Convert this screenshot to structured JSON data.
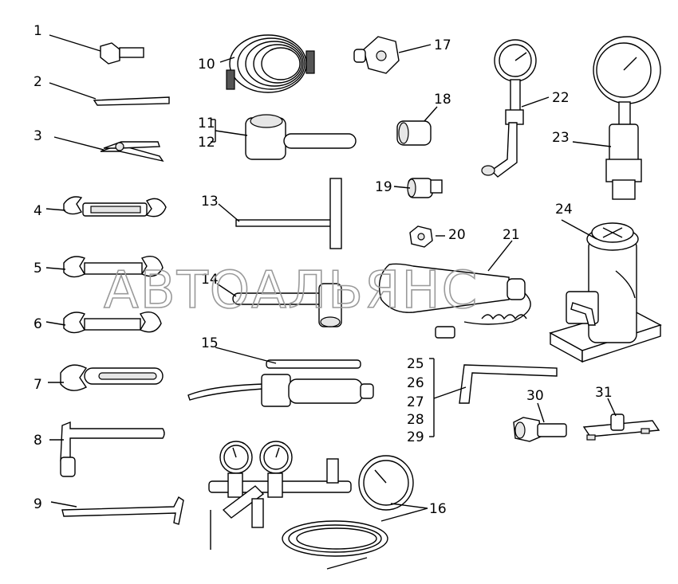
{
  "watermark": "АВТОАЛЬЯНС",
  "callouts": [
    {
      "label": "1",
      "part": "bit"
    },
    {
      "label": "2",
      "part": "flat-probe"
    },
    {
      "label": "3",
      "part": "pliers"
    },
    {
      "label": "4",
      "part": "open-end-wrench-a"
    },
    {
      "label": "5",
      "part": "open-end-wrench-b"
    },
    {
      "label": "6",
      "part": "open-end-wrench-c"
    },
    {
      "label": "7",
      "part": "ring-spanner"
    },
    {
      "label": "8",
      "part": "l-socket-wrench"
    },
    {
      "label": "9",
      "part": "pry-bar"
    },
    {
      "label": "10",
      "part": "coiled-hose"
    },
    {
      "label": "11",
      "part": "socket-wrench"
    },
    {
      "label": "12",
      "part": "socket-wrench"
    },
    {
      "label": "13",
      "part": "t-bar"
    },
    {
      "label": "14",
      "part": "hammer"
    },
    {
      "label": "15",
      "part": "grease-gun"
    },
    {
      "label": "16",
      "part": "gauge-manifold"
    },
    {
      "label": "17",
      "part": "hex-adapter"
    },
    {
      "label": "18",
      "part": "sleeve"
    },
    {
      "label": "19",
      "part": "threaded-fitting"
    },
    {
      "label": "20",
      "part": "nut"
    },
    {
      "label": "21",
      "part": "inspection-lamp"
    },
    {
      "label": "22",
      "part": "tire-gauge"
    },
    {
      "label": "23",
      "part": "pressure-gauge"
    },
    {
      "label": "24",
      "part": "hydraulic-jack"
    },
    {
      "label": "25",
      "part": "hex-key"
    },
    {
      "label": "26",
      "part": "hex-key"
    },
    {
      "label": "27",
      "part": "hex-key"
    },
    {
      "label": "28",
      "part": "hex-key"
    },
    {
      "label": "29",
      "part": "hex-key"
    },
    {
      "label": "30",
      "part": "hose-connector"
    },
    {
      "label": "31",
      "part": "bracket"
    }
  ]
}
